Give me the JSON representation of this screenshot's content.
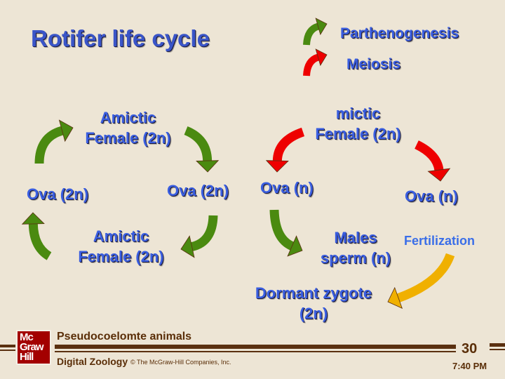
{
  "title": "Rotifer life cycle",
  "legend": {
    "parthenogenesis": "Parthenogenesis",
    "meiosis": "Meiosis"
  },
  "nodes": {
    "amictic_female_top": [
      "Amictic",
      "Female (2n)"
    ],
    "ova_2n_left": "Ova (2n)",
    "ova_2n_right": "Ova (2n)",
    "amictic_female_bottom": [
      "Amictic",
      "Female (2n)"
    ],
    "mictic_female": [
      "mictic",
      "Female (2n)"
    ],
    "ova_n_left": "Ova (n)",
    "ova_n_right": "Ova (n)",
    "males_sperm": [
      "Males",
      "sperm (n)"
    ],
    "fertilization": "Fertilization",
    "dormant_zygote": [
      "Dormant zygote",
      "(2n)"
    ]
  },
  "colors": {
    "parthenogenesis": "#4a8a10",
    "meiosis": "#ee0000",
    "fertilization": "#f0b000",
    "text": "#3a5ee0"
  },
  "footer": {
    "logo": [
      "Mc",
      "Graw",
      "Hill"
    ],
    "section": "Pseudocoelomte animals",
    "book": "Digital Zoology",
    "copyright": "© The McGraw-Hill Companies, Inc.",
    "slide_number": "30",
    "time": "7:40 PM"
  }
}
